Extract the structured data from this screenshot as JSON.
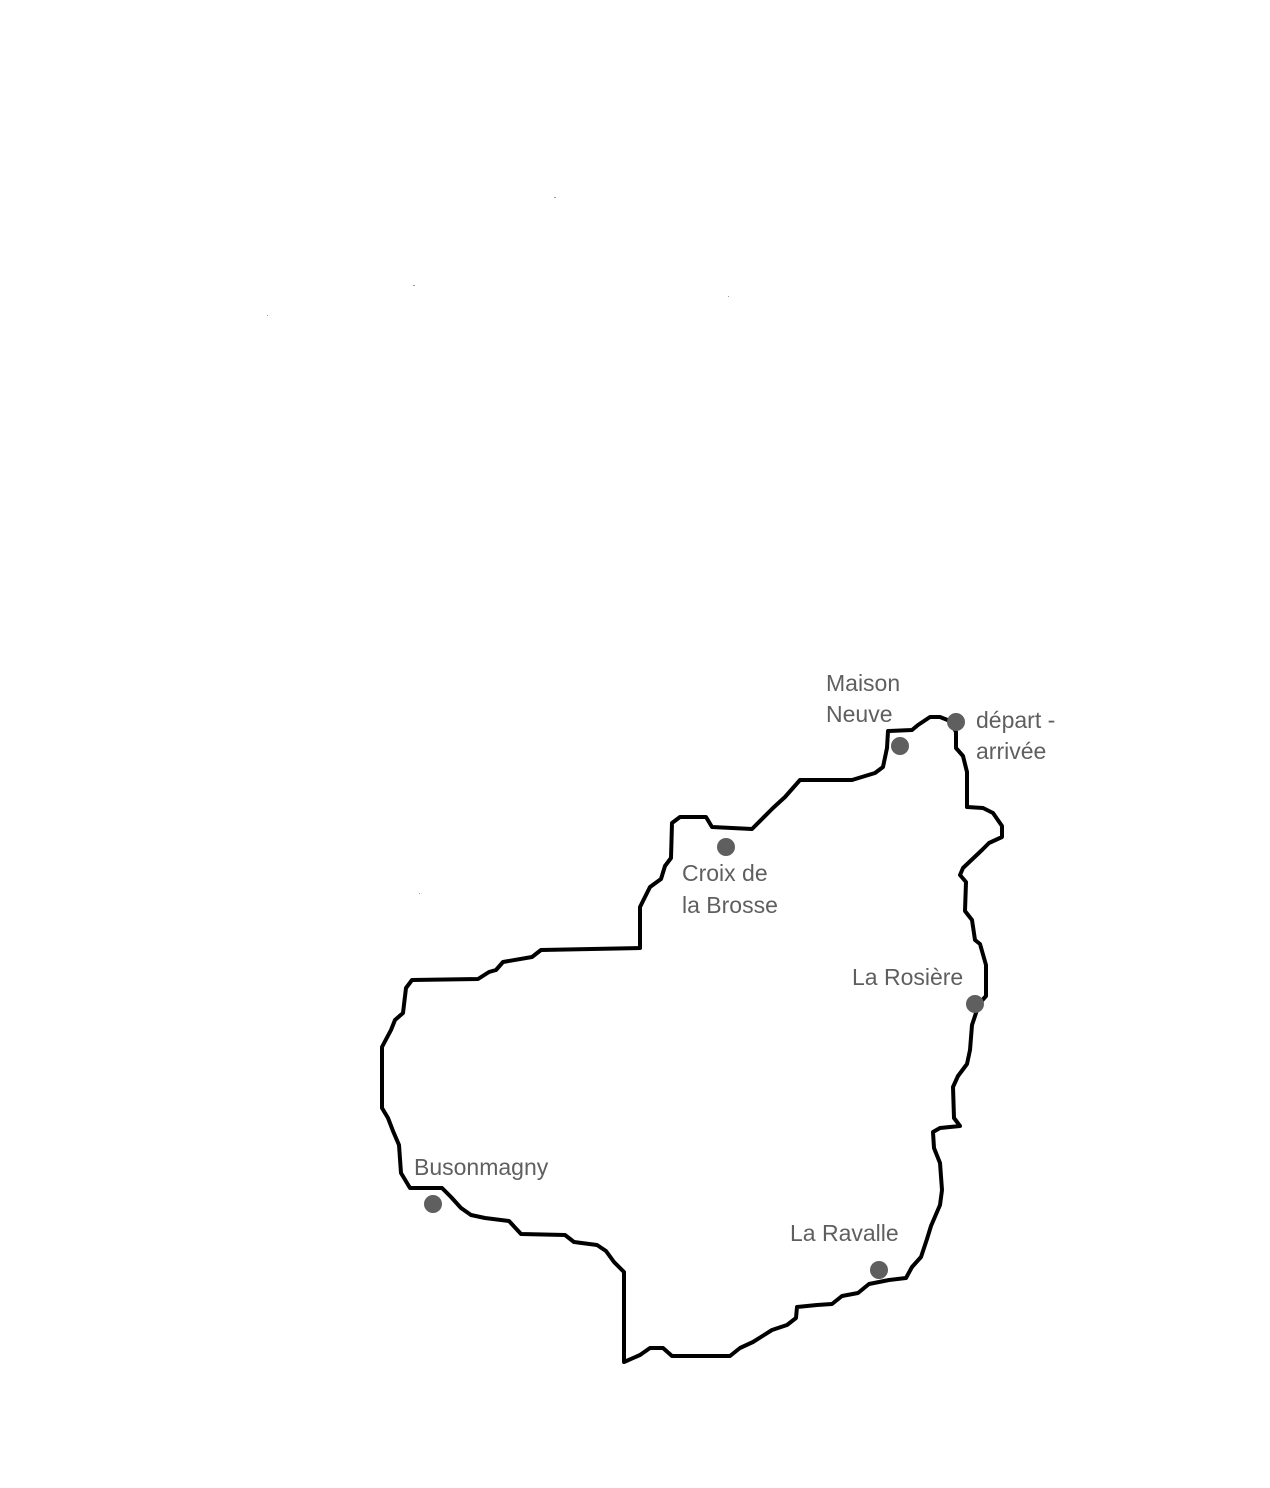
{
  "map": {
    "waypoints": [
      {
        "id": "maison-neuve",
        "lines": [
          "Maison",
          "Neuve"
        ]
      },
      {
        "id": "depart-arrivee",
        "lines": [
          "départ -",
          "arrivée"
        ]
      },
      {
        "id": "croix-de-la-brosse",
        "lines": [
          "Croix de",
          "la Brosse"
        ]
      },
      {
        "id": "la-rosiere",
        "lines": [
          "La Rosière"
        ]
      },
      {
        "id": "busonmagny",
        "lines": [
          "Busonmagny"
        ]
      },
      {
        "id": "la-ravalle",
        "lines": [
          "La Ravalle"
        ]
      }
    ],
    "colors": {
      "route": "#000000",
      "waypoint": "#5f5f5f",
      "background": "#ffffff"
    }
  }
}
